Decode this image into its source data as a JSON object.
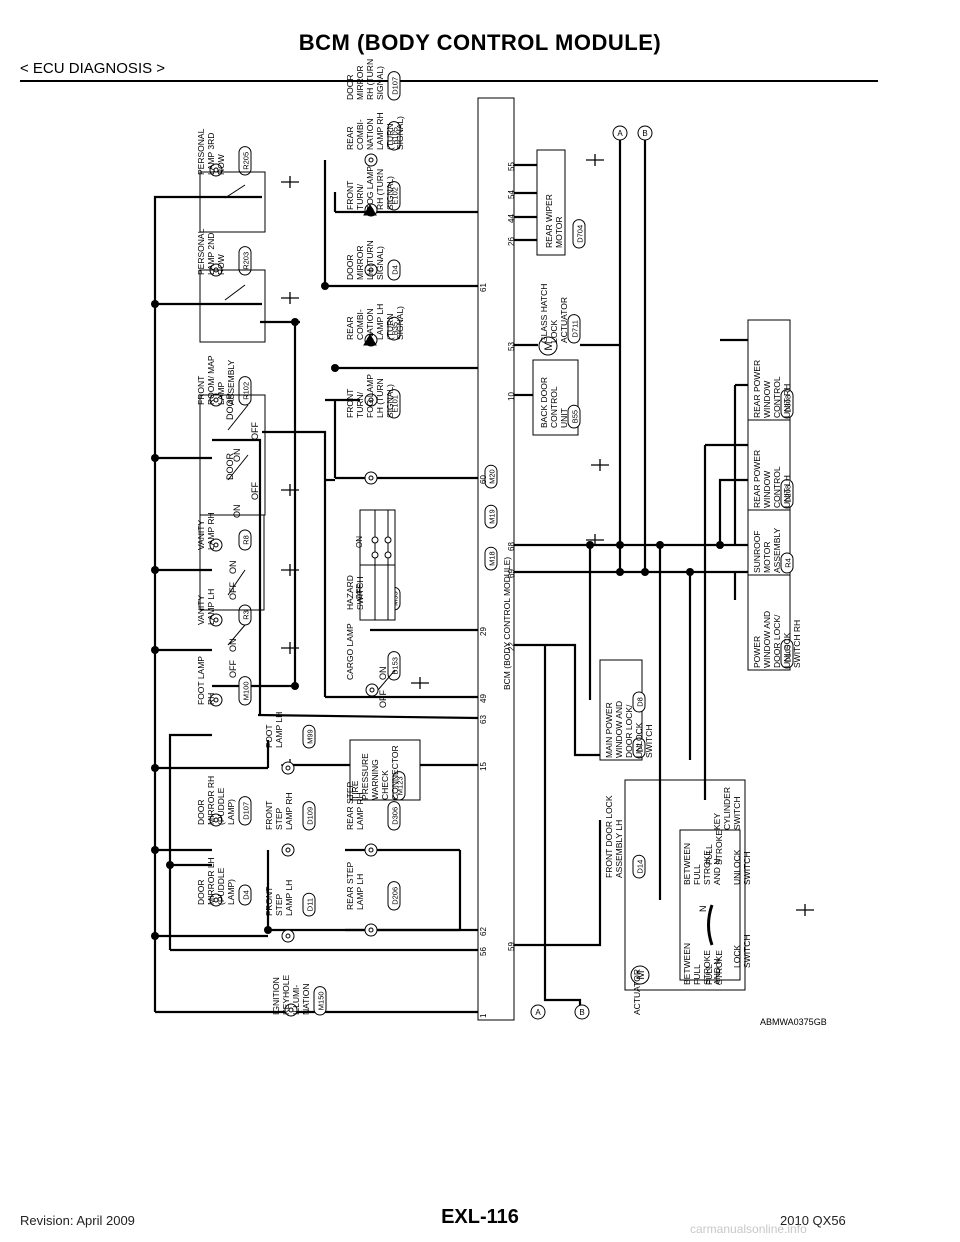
{
  "header": {
    "title": "BCM (BODY CONTROL MODULE)",
    "section": "< ECU DIAGNOSIS >"
  },
  "footer": {
    "revision": "Revision: April 2009",
    "page": "EXL-116",
    "model": "2010 QX56",
    "watermark": "carmanualsonline.info"
  },
  "diagram": {
    "figure_code": "ABMWA0375GB",
    "bcm_label": "BCM (BODY CONTROL MODULE)",
    "bcm_connectors": [
      "M18",
      "M19",
      "M20"
    ],
    "bcm_pins_upper": [
      "1",
      "56",
      "62",
      "15",
      "63",
      "49",
      "29",
      "60",
      "61"
    ],
    "bcm_pins_lower": [
      "59",
      "22",
      "69",
      "68",
      "10",
      "53",
      "26",
      "44",
      "54",
      "55"
    ],
    "connectors_a_b": [
      "A",
      "B"
    ],
    "components_row1": [
      {
        "name": "IGNITION KEYHOLE ILLUMI- NATION",
        "conn": "M150"
      },
      {
        "name": "DOOR MIRROR LH (PUDDLE LAMP)",
        "conn": "D4"
      },
      {
        "name": "DOOR MIRROR RH (PUDDLE LAMP)",
        "conn": "D107"
      },
      {
        "name": "FOOT LAMP RH",
        "conn": "M100"
      },
      {
        "name": "VANITY LAMP LH",
        "conn": "R3"
      },
      {
        "name": "VANITY LAMP RH",
        "conn": "R8"
      },
      {
        "name": "FRONT ROOM/ MAP LAMP ASSEMBLY",
        "conn": "R102"
      },
      {
        "name": "PERSONAL LAMP 2ND ROW",
        "conn": "R203"
      },
      {
        "name": "PERSONAL LAMP 3RD ROW",
        "conn": "R205"
      }
    ],
    "components_row2": [
      {
        "name": "FRONT STEP LAMP LH",
        "conn": "D11"
      },
      {
        "name": "FRONT STEP LAMP RH",
        "conn": "D109"
      },
      {
        "name": "FOOT LAMP LH",
        "conn": "M99"
      }
    ],
    "components_row3": [
      {
        "name": "REAR STEP LAMP LH",
        "conn": "D206"
      },
      {
        "name": "REAR STEP LAMP RH",
        "conn": "D306"
      },
      {
        "name": "TIRE PRESSURE WARNING CHECK CONNECTOR",
        "conn": "M123"
      },
      {
        "name": "CARGO LAMP",
        "conn": "B153"
      },
      {
        "name": "HAZARD SWITCH",
        "conn": "M55"
      },
      {
        "name": "FRONT TURN/ FOG LAMP LH (TURN SIGNAL)",
        "conn": "E101"
      },
      {
        "name": "REAR COMBI- NATION LAMP LH (TURN SIGNAL)",
        "conn": "B35"
      },
      {
        "name": "DOOR MIRROR LH (TURN SIGNAL)",
        "conn": "D4"
      },
      {
        "name": "FRONT TURN/ FOG LAMP RH (TURN SIGNAL)",
        "conn": "E102"
      },
      {
        "name": "REAR COMBI- NATION LAMP RH (TURN SIGNAL)",
        "conn": "B105"
      },
      {
        "name": "DOOR MIRROR RH (TURN SIGNAL)",
        "conn": "D107"
      }
    ],
    "hazard_labels": [
      "OFF",
      "ON"
    ],
    "switch_labels": [
      "OFF",
      "ON",
      "DOOR"
    ],
    "components_lower": [
      {
        "name": "FRONT DOOR LOCK ASSEMBLY LH",
        "conn": "D14"
      },
      {
        "name": "MAIN POWER WINDOW AND DOOR LOCK/ UNLOCK SWITCH",
        "conn": "D7",
        "conn2": "D8"
      },
      {
        "name": "POWER WINDOW AND DOOR LOCK/ UNLOCK SWITCH RH",
        "conn": "D105"
      },
      {
        "name": "SUNROOF MOTOR ASSEMBLY",
        "conn": "R4"
      },
      {
        "name": "REAR POWER WINDOW CONTROL UNIT LH",
        "conn": "D208"
      },
      {
        "name": "REAR POWER WINDOW CONTROL UNIT RH",
        "conn": "D308"
      },
      {
        "name": "BACK DOOR CONTROL UNIT",
        "conn": "B55"
      },
      {
        "name": "GLASS HATCH LOCK ACTUATOR",
        "conn": "D711"
      },
      {
        "name": "REAR WIPER MOTOR",
        "conn": "D704"
      }
    ],
    "door_lock": {
      "actuator": "ACTUATOR",
      "motor": "M",
      "key_cylinder": "KEY CYLINDER SWITCH",
      "lock_switch": "LOCK SWITCH",
      "unlock_switch": "UNLOCK SWITCH",
      "between_1": "BETWEEN FULL STROKE AND N",
      "full_stroke_1": "FULL STROKE",
      "between_2": "BETWEEN FULL STROKE AND N",
      "full_stroke_2": "FULL STROKE",
      "n": "N"
    }
  }
}
